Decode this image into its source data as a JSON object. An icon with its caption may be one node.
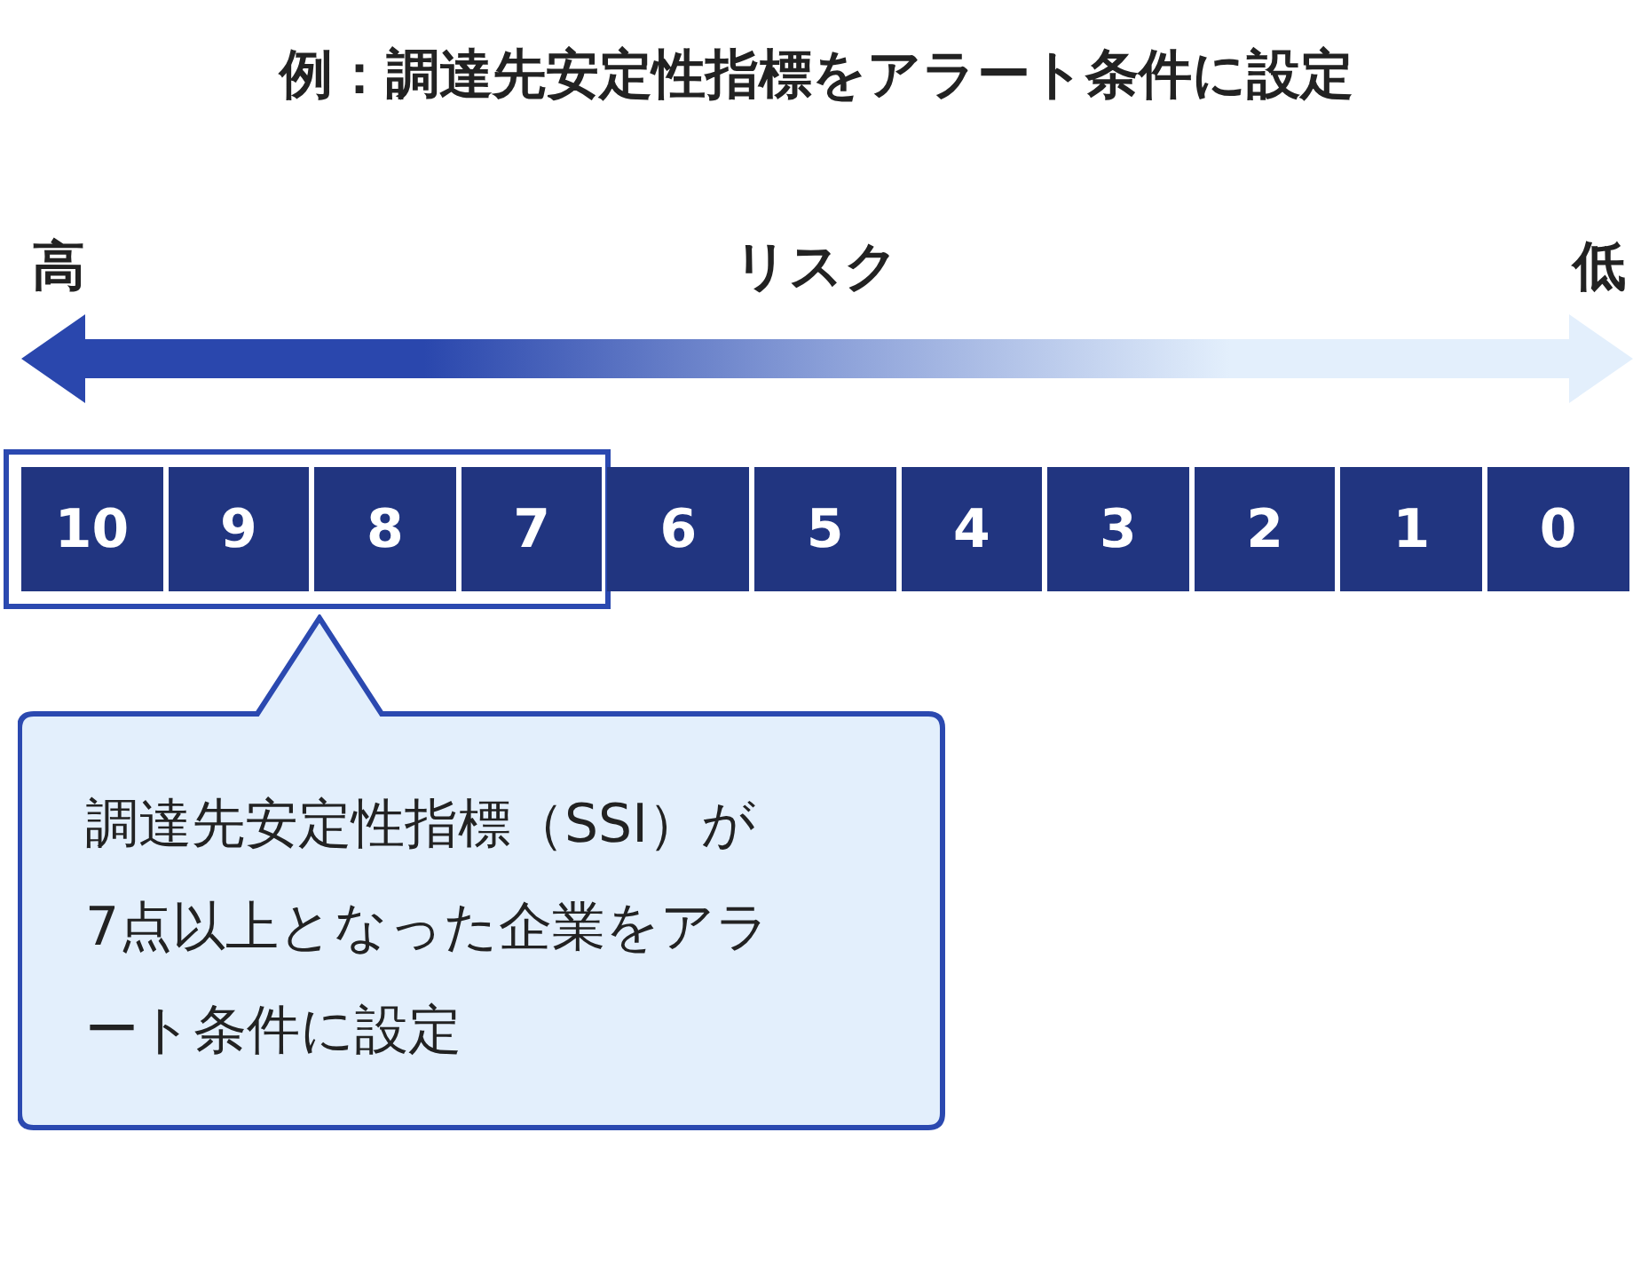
{
  "diagram": {
    "title": "例：調達先安定性指標をアラート条件に設定",
    "nodes": [
      {
        "text": [],
        "shape": "box"
      },
      {
        "text": [
          "10"
        ],
        "in": 0
      },
      {
        "text": [
          "9"
        ],
        "in": 0
      },
      {
        "text": [
          "8"
        ],
        "in": 0
      },
      {
        "text": [
          "7"
        ],
        "in": 0
      },
      {
        "text": [
          "6"
        ]
      },
      {
        "text": [
          "5"
        ]
      },
      {
        "text": [
          "4"
        ]
      },
      {
        "text": [
          "3"
        ]
      },
      {
        "text": [
          "2"
        ]
      },
      {
        "text": [
          "1"
        ]
      },
      {
        "text": [
          "0"
        ]
      },
      {
        "text": [
          "調達先安定性指標（SSI）が7点以上となった企業をアラート条件に設定"
        ]
      }
    ],
    "labels": [
      "高",
      "リスク",
      "低"
    ]
  }
}
